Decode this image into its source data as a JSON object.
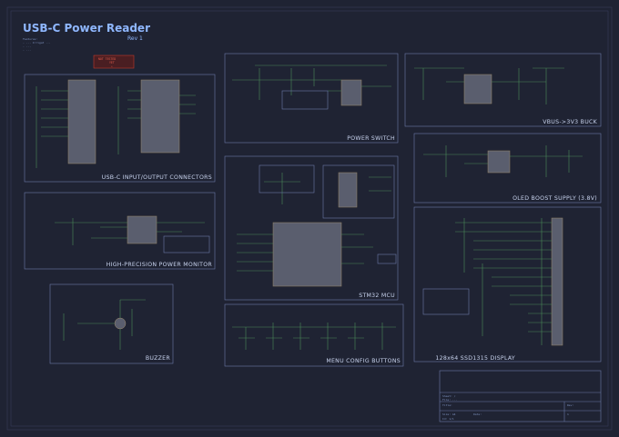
{
  "title": "USB-C Power Reader",
  "revision": "Rev 1",
  "features_block": [
    "Features:",
    "- ... Irrigat ...",
    "- ... ",
    "- ... "
  ],
  "warning_box": [
    "NOT TESTED",
    "YET",
    "⚠"
  ],
  "sections": {
    "usbc": "USB-C INPUT/OUTPUT CONNECTORS",
    "power_switch": "POWER SWITCH",
    "buck": "VBUS->3V3 BUCK",
    "oled_boost": "OLED BOOST SUPPLY (3.8V)",
    "power_monitor": "HIGH-PRECISION POWER MONITOR",
    "mcu": "STM32 MCU",
    "display": "128x64 SSD1315 DISPLAY",
    "buzzer": "BUZZER",
    "buttons": "MENU CONFIG BUTTONS"
  },
  "title_block": {
    "sheet_label": "Sheet: /",
    "file_label": "File: ...",
    "title_label": "Title:",
    "size_label": "Size: A4",
    "date_label": "Date:",
    "rev_label": "Rev:",
    "rev_value": "1",
    "id_label": "Id: 1/1"
  }
}
